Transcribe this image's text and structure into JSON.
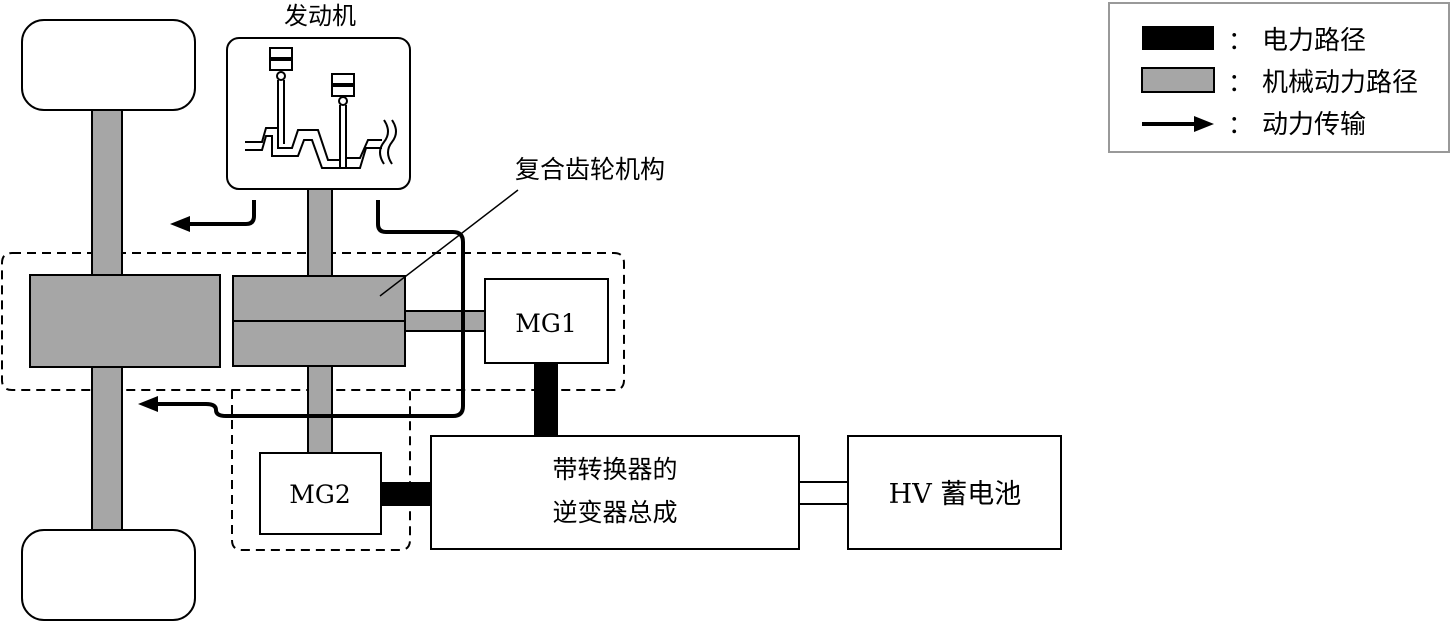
{
  "engine": {
    "label": "发动机"
  },
  "gear": {
    "label": "复合齿轮机构"
  },
  "mg1": {
    "label": "MG1"
  },
  "mg2": {
    "label": "MG2"
  },
  "inverter": {
    "line1": "带转换器的",
    "line2": "逆变器总成"
  },
  "battery": {
    "label": "HV 蓄电池"
  },
  "legend": {
    "colon": "：",
    "electric": "电力路径",
    "mechanical": "机械动力路径",
    "transmission": "动力传输"
  },
  "colors": {
    "mechanical_fill": "#a6a6a6",
    "electric_fill": "#000000",
    "stroke": "#000000"
  }
}
